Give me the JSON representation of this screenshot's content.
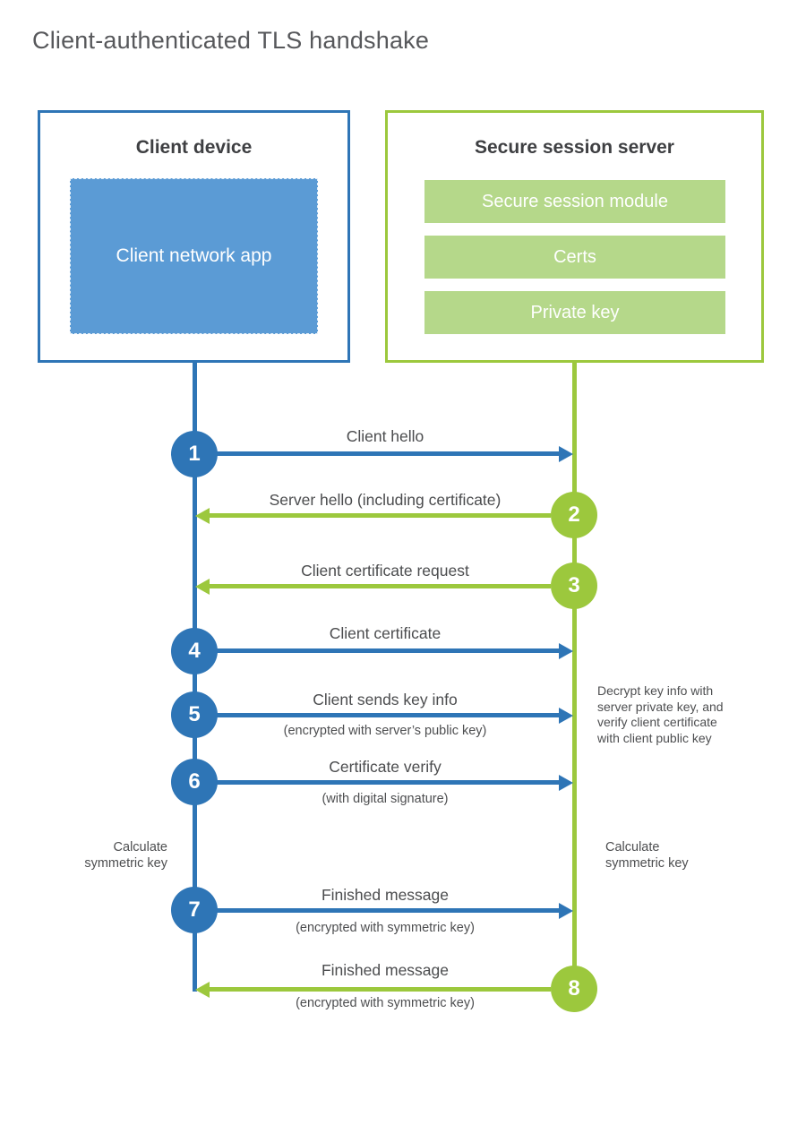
{
  "title": "Client-authenticated TLS handshake",
  "colors": {
    "blue": "#2E75B6",
    "light_blue": "#5B9BD5",
    "green": "#9CC83D",
    "light_green": "#B5D88A",
    "heading_text": "#3e3f42",
    "label_text": "#4b4c4e",
    "title_text": "#57585b"
  },
  "client_box": {
    "title": "Client device",
    "app_label": "Client network app"
  },
  "server_box": {
    "title": "Secure session server",
    "modules": [
      "Secure session module",
      "Certs",
      "Private key"
    ]
  },
  "steps": [
    {
      "num": "1",
      "label": "Client hello",
      "sublabel": "",
      "direction": "client-to-server",
      "color": "blue"
    },
    {
      "num": "2",
      "label": "Server hello (including certificate)",
      "sublabel": "",
      "direction": "server-to-client",
      "color": "green"
    },
    {
      "num": "3",
      "label": "Client certificate request",
      "sublabel": "",
      "direction": "server-to-client",
      "color": "green"
    },
    {
      "num": "4",
      "label": "Client certificate",
      "sublabel": "",
      "direction": "client-to-server",
      "color": "blue"
    },
    {
      "num": "5",
      "label": "Client sends key info",
      "sublabel": "(encrypted with server’s public key)",
      "direction": "client-to-server",
      "color": "blue"
    },
    {
      "num": "6",
      "label": "Certificate verify",
      "sublabel": "(with digital signature)",
      "direction": "client-to-server",
      "color": "blue"
    },
    {
      "num": "7",
      "label": "Finished message",
      "sublabel": "(encrypted with symmetric key)",
      "direction": "client-to-server",
      "color": "blue"
    },
    {
      "num": "8",
      "label": "Finished message",
      "sublabel": "(encrypted with symmetric key)",
      "direction": "server-to-client",
      "color": "green"
    }
  ],
  "notes": {
    "decrypt": {
      "lines": [
        "Decrypt key info with",
        "server private key, and",
        "verify client certificate",
        "with client public key"
      ]
    },
    "calc_left": {
      "lines": [
        "Calculate",
        "symmetric key"
      ]
    },
    "calc_right": {
      "lines": [
        "Calculate",
        "symmetric key"
      ]
    }
  }
}
